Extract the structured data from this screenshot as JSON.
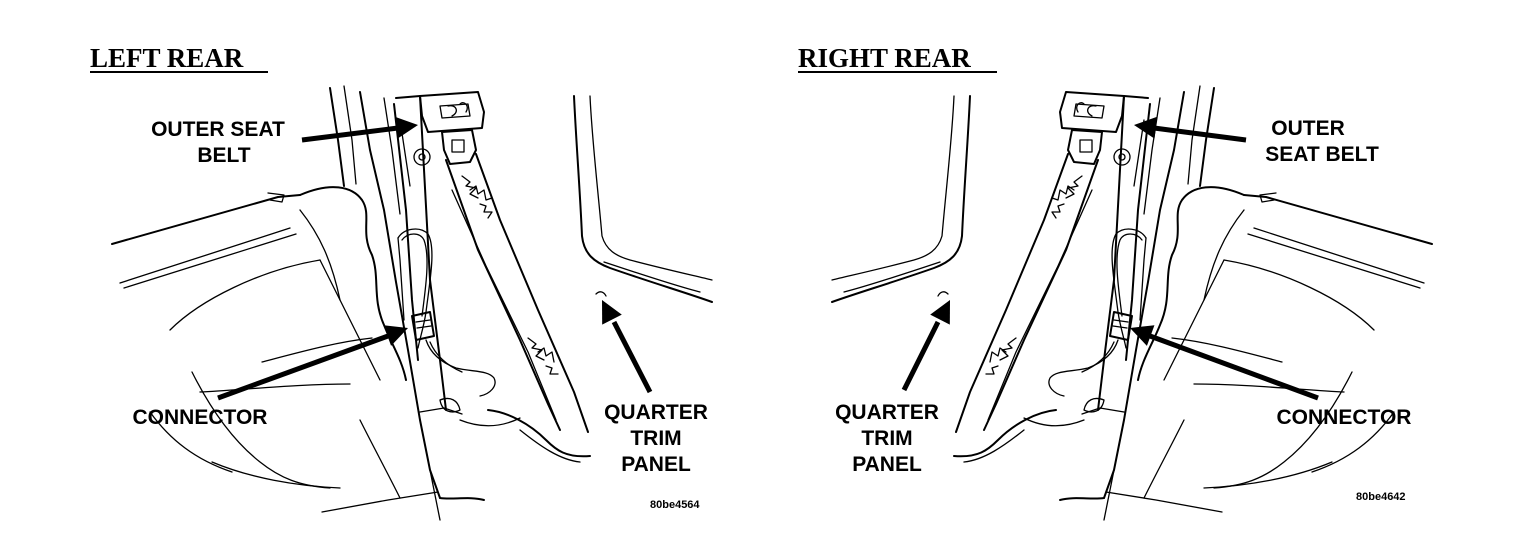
{
  "left": {
    "title": "LEFT REAR",
    "outer_seat_belt": [
      "OUTER SEAT",
      "BELT"
    ],
    "connector": "CONNECTOR",
    "quarter_trim_panel": [
      "QUARTER",
      "TRIM",
      "PANEL"
    ],
    "figure_id": "80be4564"
  },
  "right": {
    "title": "RIGHT REAR",
    "outer_seat_belt": [
      "OUTER",
      "SEAT BELT"
    ],
    "connector": "CONNECTOR",
    "quarter_trim_panel": [
      "QUARTER",
      "TRIM",
      "PANEL"
    ],
    "figure_id": "80be4642"
  }
}
